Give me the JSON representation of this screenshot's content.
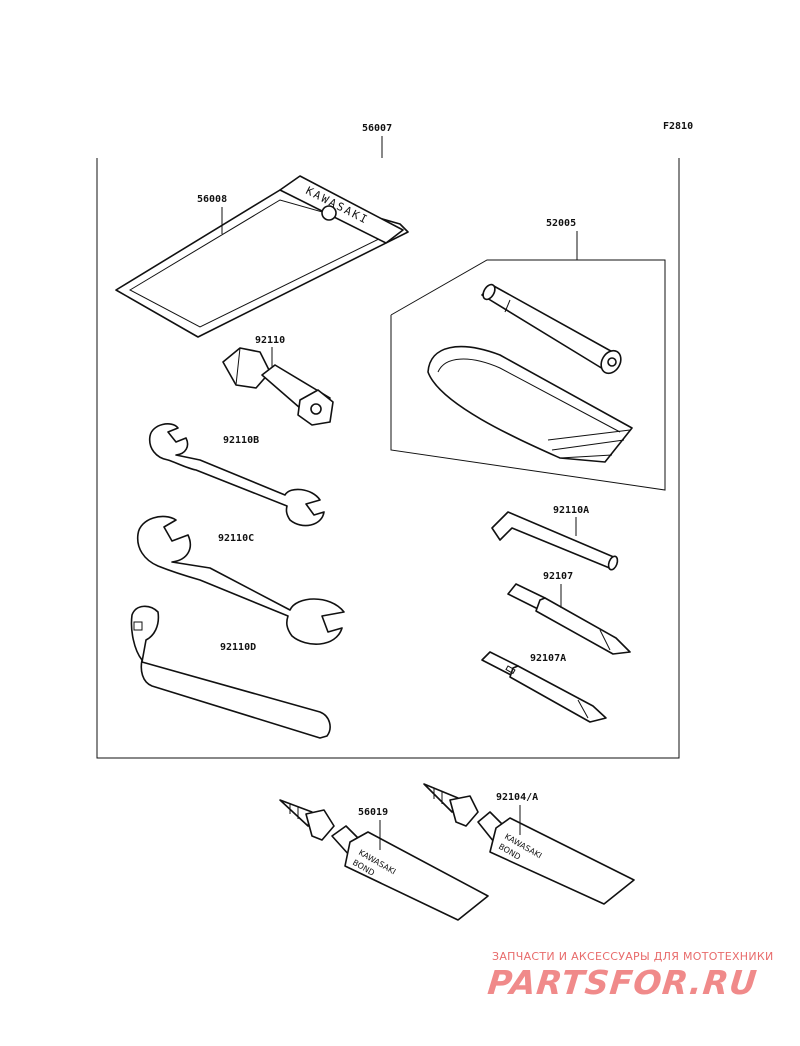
{
  "diagram": {
    "figure_code": "F2810",
    "parts": {
      "tool_kit": "56007",
      "tool_bag": "56008",
      "bag_brand": "KAWASAKI",
      "tire_kit": "52005",
      "plug_wrench": "92110",
      "wrench_small": "92110B",
      "wrench_large": "92110C",
      "hook_wrench": "92110D",
      "hex_key": "92110A",
      "screwdriver": "92107",
      "screwdriver_alt": "92107A",
      "bond_tube_1": "56019",
      "bond_tube_2": "92104/A",
      "tube_brand": "KAWASAKI",
      "tube_product": "BOND"
    }
  },
  "watermark": {
    "tagline": "ЗАПЧАСТИ И АКСЕССУАРЫ ДЛЯ МОТОТЕХНИКИ",
    "logo": "PARTSFOR.RU"
  }
}
